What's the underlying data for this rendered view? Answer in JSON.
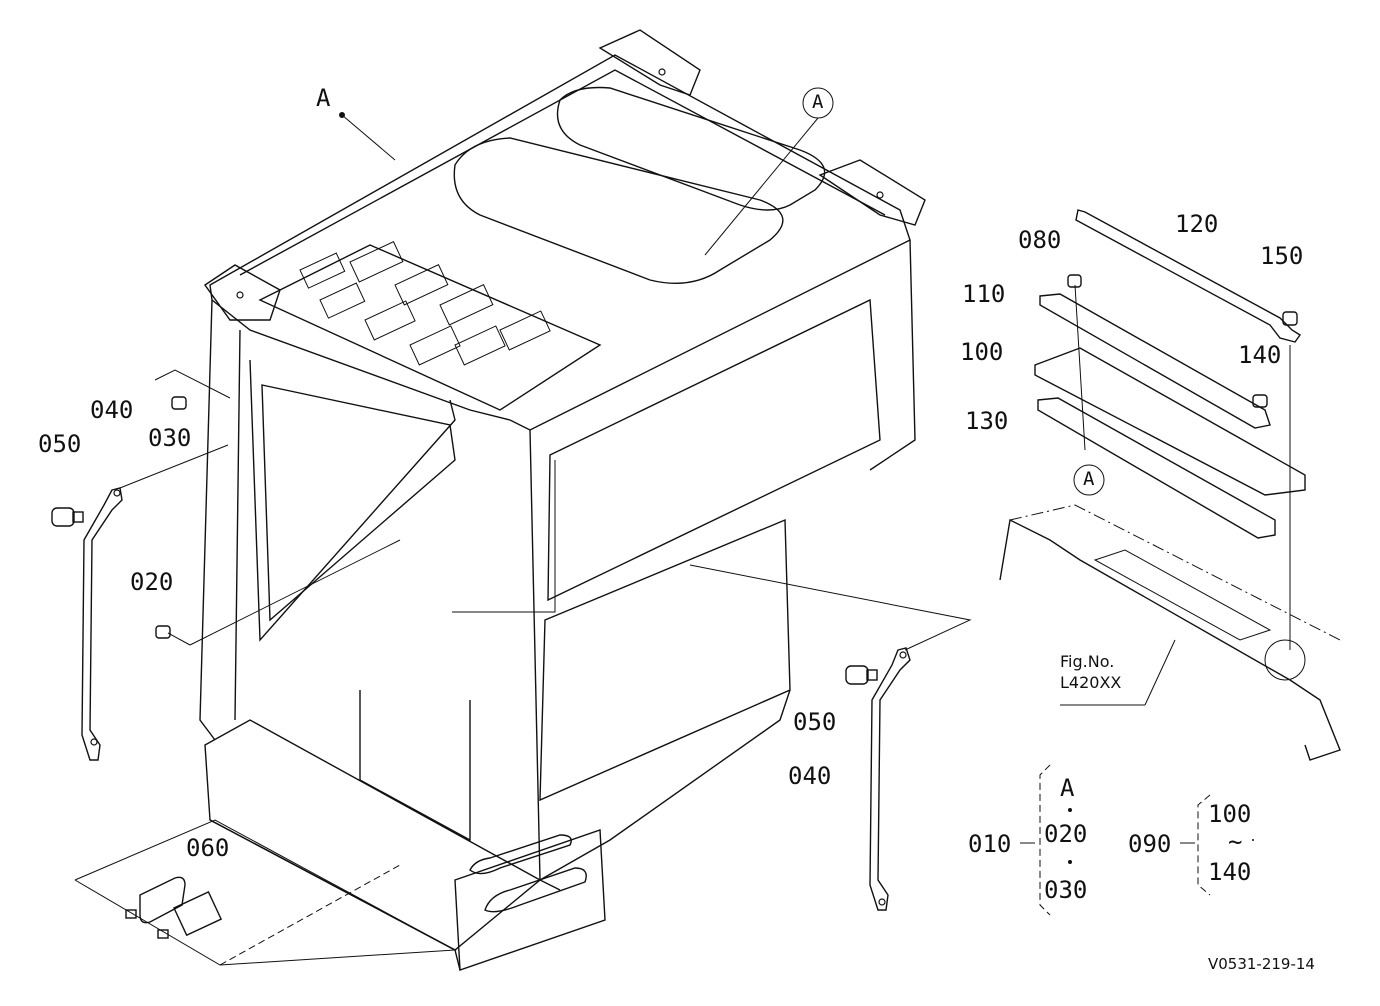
{
  "callouts": {
    "ref_a": "A",
    "ref_a_circle_top": "A",
    "ref_a_circle_right": "A",
    "p010": "010",
    "p020": "020",
    "p030": "030",
    "p040_left": "040",
    "p040_right": "040",
    "p050_left": "050",
    "p050_right": "050",
    "p060": "060",
    "p080": "080",
    "p090": "090",
    "p100": "100",
    "p110": "110",
    "p120": "120",
    "p130": "130",
    "p140": "140",
    "p150": "150"
  },
  "set_010": {
    "label": "010",
    "a": "A",
    "b": "020",
    "c": "030"
  },
  "set_090": {
    "label": "090",
    "from": "100",
    "tilde": "~",
    "to": "140"
  },
  "figure_ref": {
    "line1": "Fig.No.",
    "line2": "L420XX"
  },
  "drawing_code": "V0531-219-14"
}
